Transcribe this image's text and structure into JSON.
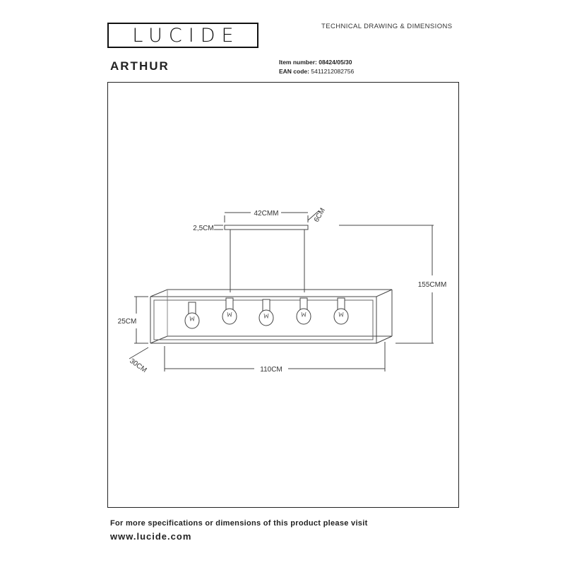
{
  "header": {
    "brand": "LUCIDE",
    "doc_type": "TECHNICAL DRAWING & DIMENSIONS"
  },
  "product": {
    "name": "ARTHUR",
    "item_label": "Item number:",
    "item_number": "08424/05/30",
    "ean_label": "EAN code:",
    "ean_code": "5411212082756"
  },
  "dimensions": {
    "canopy_length": "42CMM",
    "canopy_width": "6CM",
    "canopy_height": "2,5CM",
    "total_height": "155CMM",
    "frame_height": "25CM",
    "frame_depth": "30CM",
    "frame_length": "110CM"
  },
  "drawing": {
    "bulb_count": 5
  },
  "footer": {
    "note": "For more specifications or dimensions of this product please visit",
    "url": "www.lucide.com"
  }
}
